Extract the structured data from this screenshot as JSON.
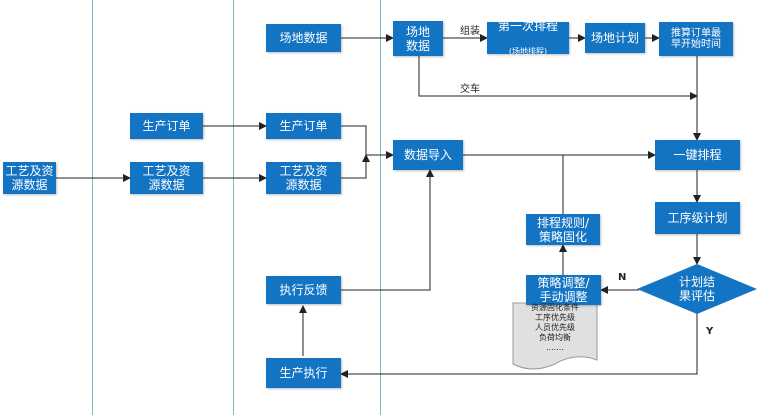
{
  "nodes": {
    "process_resource_1": "工艺及资\n源数据",
    "process_resource_2": "工艺及资\n源数据",
    "process_resource_3": "工艺及资\n源数据",
    "prod_order_1": "生产订单",
    "prod_order_2": "生产订单",
    "site_data_1": "场地数据",
    "site_data_2": "场地\n数据",
    "first_schedule": "第一次排程",
    "first_schedule_sub": "(场地排程)",
    "site_plan": "场地计划",
    "infer_order": "推算订单最\n早开始时间",
    "data_import": "数据导入",
    "one_click": "一键排程",
    "process_plan": "工序级计划",
    "plan_eval": "计划结\n果评估",
    "rules": "排程规则/\n策略固化",
    "strategy": "策略调整/\n手动调整",
    "feedback": "执行反馈",
    "execution": "生产执行"
  },
  "edge_labels": {
    "assemble": "组装",
    "deliver": "交车",
    "no": "N",
    "yes": "Y"
  },
  "note": {
    "lines": [
      "资源固化条件",
      "工序优先级",
      "人员优先级",
      "负荷均衡",
      "......."
    ]
  },
  "colors": {
    "box": "#1474c4",
    "arrow": "#222222",
    "lane": "#7fb6c6"
  }
}
